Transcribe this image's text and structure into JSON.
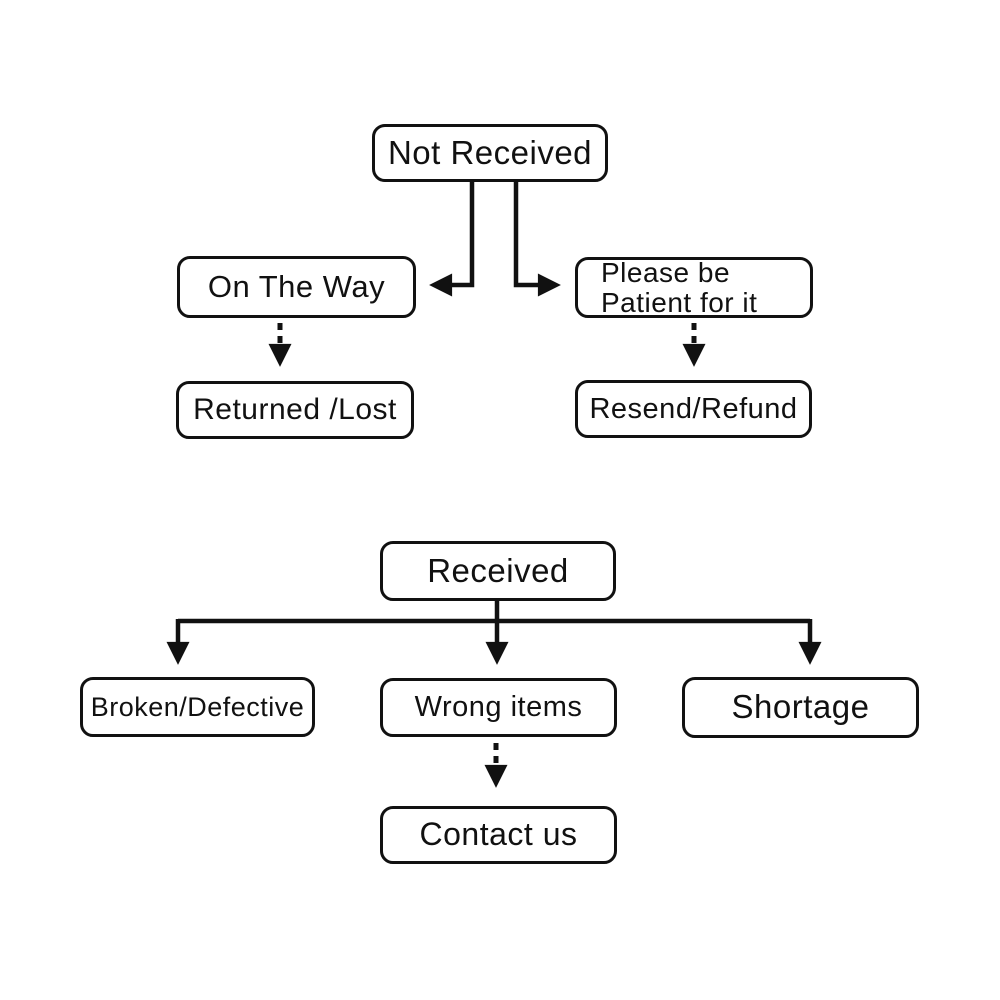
{
  "diagram": {
    "background_color": "#ffffff",
    "line_color": "#111111",
    "box_fill_color": "#ffffff",
    "text_color": "#111111",
    "nodes": {
      "not_received": {
        "label": "Not Received"
      },
      "on_the_way": {
        "label": "On The Way"
      },
      "please_be_patient": {
        "label_lines": [
          "Please be",
          "Patient for it"
        ]
      },
      "returned_lost": {
        "label": "Returned /Lost"
      },
      "resend_refund": {
        "label": "Resend/Refund"
      },
      "received": {
        "label": "Received"
      },
      "broken_defective": {
        "label": "Broken/Defective"
      },
      "wrong_items": {
        "label": "Wrong items"
      },
      "shortage": {
        "label": "Shortage"
      },
      "contact_us": {
        "label": "Contact us"
      }
    },
    "edges": [
      {
        "from": "not_received",
        "to": "on_the_way",
        "style": "solid"
      },
      {
        "from": "not_received",
        "to": "please_be_patient",
        "style": "solid"
      },
      {
        "from": "on_the_way",
        "to": "returned_lost",
        "style": "dashed"
      },
      {
        "from": "please_be_patient",
        "to": "resend_refund",
        "style": "dashed"
      },
      {
        "from": "received",
        "to": "broken_defective",
        "style": "solid"
      },
      {
        "from": "received",
        "to": "wrong_items",
        "style": "solid"
      },
      {
        "from": "received",
        "to": "shortage",
        "style": "solid"
      },
      {
        "from": "wrong_items",
        "to": "contact_us",
        "style": "dashed"
      }
    ]
  }
}
